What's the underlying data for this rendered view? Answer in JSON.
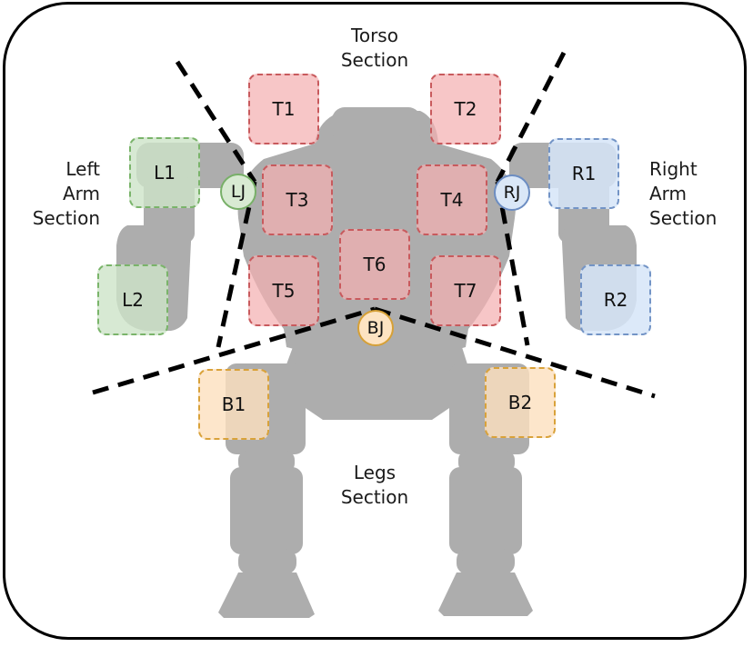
{
  "colors": {
    "robot": "#adadad",
    "torso_slot": "#f4b0b2",
    "left_arm_slot": "#cde4c8",
    "right_arm_slot": "#d6e5f8",
    "legs_slot": "#fce0be",
    "divider": "#000000"
  },
  "sections": {
    "torso": {
      "line1": "Torso",
      "line2": "Section"
    },
    "left_arm": {
      "line1": "Left",
      "line2": "Arm",
      "line3": "Section"
    },
    "right_arm": {
      "line1": "Right",
      "line2": "Arm",
      "line3": "Section"
    },
    "legs": {
      "line1": "Legs",
      "line2": "Section"
    }
  },
  "torso_slots": {
    "t1": "T1",
    "t2": "T2",
    "t3": "T3",
    "t4": "T4",
    "t5": "T5",
    "t6": "T6",
    "t7": "T7"
  },
  "left_arm_slots": {
    "l1": "L1",
    "l2": "L2"
  },
  "right_arm_slots": {
    "r1": "R1",
    "r2": "R2"
  },
  "leg_slots": {
    "b1": "B1",
    "b2": "B2"
  },
  "joints": {
    "left": "LJ",
    "right": "RJ",
    "bottom": "BJ"
  }
}
